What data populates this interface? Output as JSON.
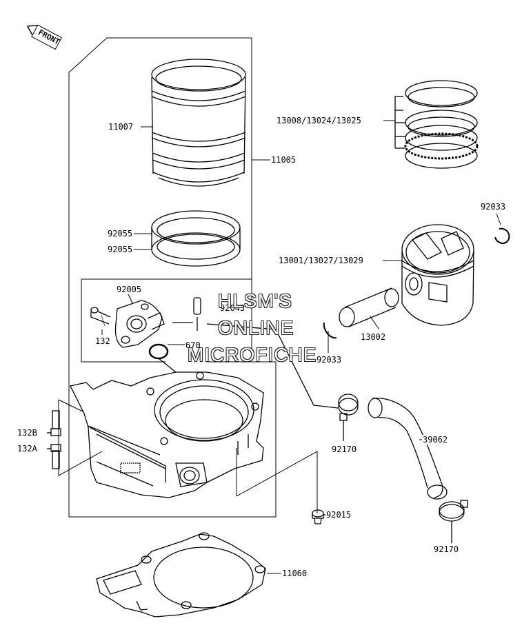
{
  "front_label": "FRONT",
  "watermark": {
    "line1": "HLSM'S",
    "line2": "ONLINE",
    "line3": "MICROFICHE"
  },
  "parts": {
    "p11007": "11007",
    "p11005": "11005",
    "p13008": "13008/13024/13025",
    "p92033a": "92033",
    "p92055a": "92055",
    "p92055b": "92055",
    "p13001": "13001/13027/13029",
    "p92005": "92005",
    "p92043": "92043",
    "p132": "132",
    "p670": "670",
    "p13002": "13002",
    "p92033b": "92033",
    "p132B": "132B",
    "p132A": "132A",
    "p92170a": "92170",
    "p39062": "39062",
    "p92015": "92015",
    "p92170b": "92170",
    "p11060": "11060"
  }
}
